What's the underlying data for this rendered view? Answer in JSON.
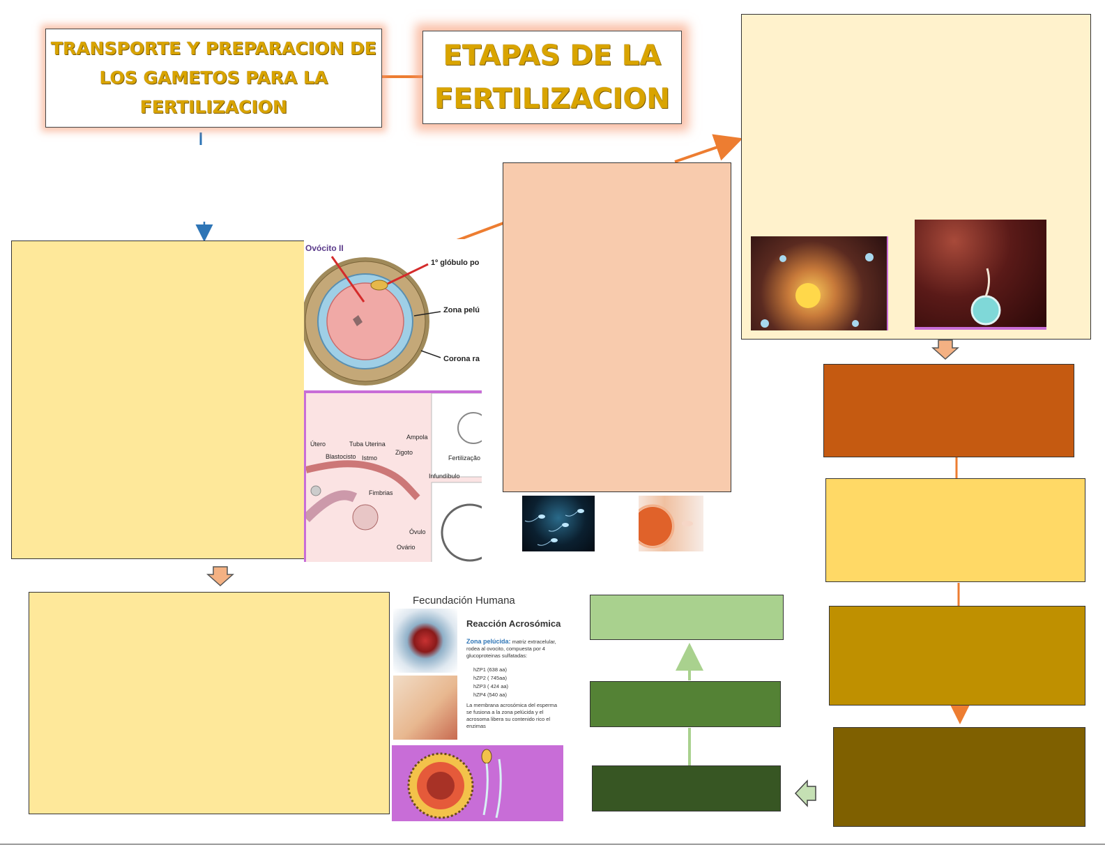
{
  "titles": {
    "transport": "TRANSPORTE Y PREPARACION DE LOS GAMETOS PARA LA FERTILIZACION",
    "stages": "ETAPAS DE LA FERTILIZACION"
  },
  "oocyte_figure": {
    "heading": "Ovócito II",
    "label_polar": "1º glóbulo po",
    "label_zona": "Zona pelú",
    "label_corona": "Corona ra"
  },
  "tube_figure": {
    "utero": "Útero",
    "tuba": "Tuba Uterina",
    "ampola": "Ampola",
    "blastocisto": "Blastocisto",
    "istmo": "Istmo",
    "zigoto": "Zigoto",
    "fertilizacao": "Fertilização",
    "infundibulo": "Infundíbulo",
    "fimbrias": "Fimbrias",
    "ovulo": "Óvulo",
    "ovario": "Ovário"
  },
  "fecundacion_figure": {
    "heading": "Fecundación Humana",
    "subheading": "Reacción Acrosómica",
    "zona_term": "Zona pelúcida:",
    "zona_desc": "matriz extracelular, rodea al ovocito, compuesta por 4 glucoproteinas sulfatadas:",
    "proteins": [
      "hZP1 (638 aa)",
      "hZP2 ( 745aa)",
      "hZP3 ( 424 aa)",
      "hZP4 (540 aa)"
    ],
    "membrane_desc": "La membrana acrosómica del esperma se fusiona a la zona pelúcida y el acrosoma libera su contenido rico el enzimas"
  },
  "colors": {
    "panel_yellow": "#fee89a",
    "panel_cream": "#fff2cc",
    "panel_peach": "#f8cbad",
    "dark_orange": "#c55a11",
    "gold": "#ffd966",
    "dark_gold": "#bf9000",
    "olive_brown": "#7f6000",
    "light_green": "#a9d18e",
    "mid_green": "#548235",
    "dark_green": "#375623",
    "orange_arrow": "#ed7d31",
    "blue_arrow": "#2e75b6",
    "block_arrow": "#f4b183"
  }
}
